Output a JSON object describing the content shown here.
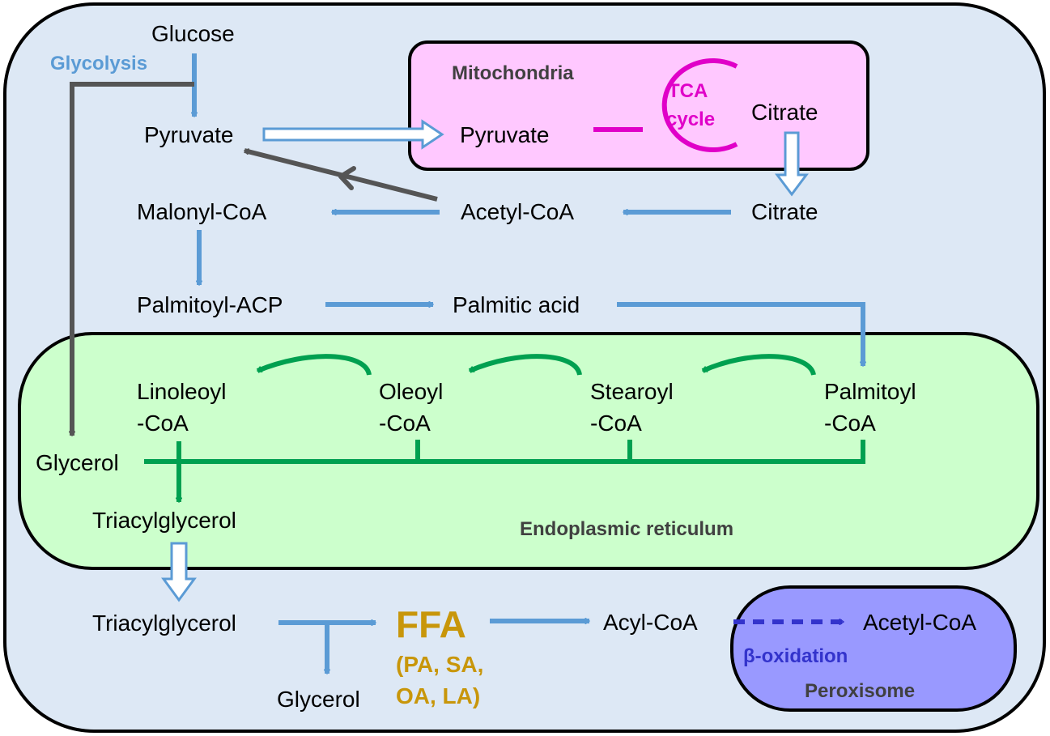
{
  "colors": {
    "cell_fill": "#dde8f5",
    "cell_stroke": "#000000",
    "mito_fill": "#ffc8ff",
    "er_fill": "#ccffcc",
    "perox_fill": "#9999ff",
    "blue_arrow": "#5b9bd5",
    "grey_arrow": "#555555",
    "green_arrow": "#00a050",
    "tca": "#e000c8",
    "ffa": "#c8960a",
    "beta": "#3333cc",
    "hollow_arrow_outline": "#5b9bd5"
  },
  "regions": {
    "mitochondria": "Mitochondria",
    "er": "Endoplasmic reticulum",
    "peroxisome": "Peroxisome"
  },
  "process_labels": {
    "glycolysis": "Glycolysis",
    "tca_line1": "TCA",
    "tca_line2": "cycle",
    "beta_oxidation": "β-oxidation"
  },
  "metabolites": {
    "glucose": "Glucose",
    "pyruvate_cyto": "Pyruvate",
    "pyruvate_mito": "Pyruvate",
    "citrate_mito": "Citrate",
    "citrate_cyto": "Citrate",
    "acetyl_coa": "Acetyl-CoA",
    "malonyl_coa": "Malonyl-CoA",
    "palmitoyl_acp": "Palmitoyl-ACP",
    "palmitic_acid": "Palmitic acid",
    "palmitoyl_coa_1": "Palmitoyl",
    "palmitoyl_coa_2": "-CoA",
    "stearoyl_coa_1": "Stearoyl",
    "stearoyl_coa_2": "-CoA",
    "oleoyl_coa_1": "Oleoyl",
    "oleoyl_coa_2": "-CoA",
    "linoleoyl_coa_1": "Linoleoyl",
    "linoleoyl_coa_2": "-CoA",
    "glycerol_er": "Glycerol",
    "tag_er": "Triacylglycerol",
    "tag_cyto": "Triacylglycerol",
    "glycerol_cyto": "Glycerol",
    "ffa": "FFA",
    "ffa_detail_1": "(PA, SA,",
    "ffa_detail_2": "OA, LA)",
    "acyl_coa": "Acyl-CoA",
    "acetyl_coa_perox": "Acetyl-CoA"
  }
}
